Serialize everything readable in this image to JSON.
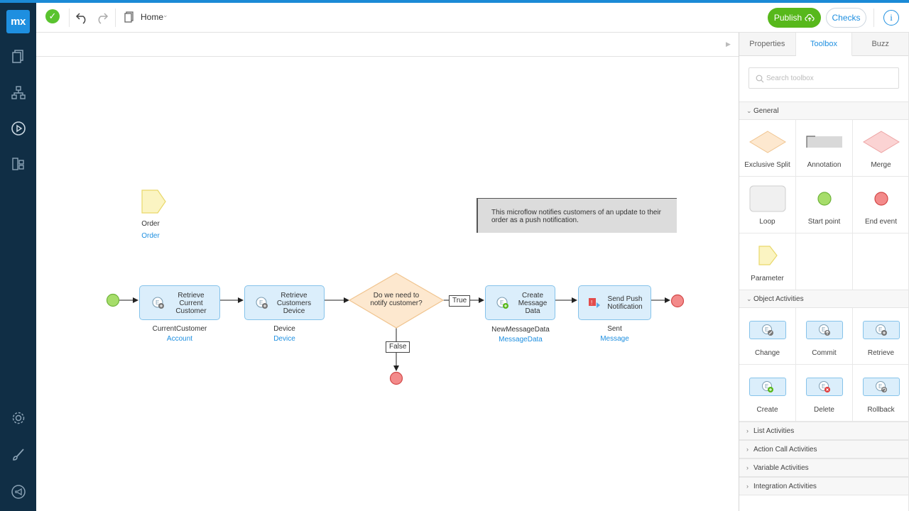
{
  "app": {
    "logo_text": "mx"
  },
  "sidebar": {
    "icons": [
      "pages-icon",
      "domain-model-icon",
      "run-icon",
      "app-explorer-icon",
      "settings-icon",
      "theme-brush-icon",
      "feedback-icon"
    ]
  },
  "toolbar": {
    "document": "Home",
    "publish_label": "Publish",
    "checks_label": "Checks",
    "info_label": "i"
  },
  "microflow": {
    "parameter": {
      "name": "Order",
      "type": "Order"
    },
    "annotation": "This microflow notifies customers of an update to their order as a push notification.",
    "activities": [
      {
        "title": "Retrieve Current Customer",
        "var": "CurrentCustomer",
        "entity": "Account"
      },
      {
        "title": "Retrieve Customers Device",
        "var": "Device",
        "entity": "Device"
      },
      {
        "title": "Create Message Data",
        "var": "NewMessageData",
        "entity": "MessageData"
      },
      {
        "title": "Send Push Notification",
        "var": "Sent",
        "entity": "Message"
      }
    ],
    "decision": {
      "question": "Do we need to notify customer?",
      "true_label": "True",
      "false_label": "False"
    }
  },
  "right_panel": {
    "tabs": [
      "Properties",
      "Toolbox",
      "Buzz"
    ],
    "active_tab": "Toolbox",
    "search_placeholder": "Search toolbox",
    "general": {
      "label": "General",
      "items": [
        "Exclusive Split",
        "Annotation",
        "Merge",
        "Loop",
        "Start point",
        "End event",
        "Parameter"
      ]
    },
    "object_activities": {
      "label": "Object Activities",
      "items": [
        "Change",
        "Commit",
        "Retrieve",
        "Create",
        "Delete",
        "Rollback"
      ]
    },
    "collapsed_sections": [
      "List Activities",
      "Action Call Activities",
      "Variable Activities",
      "Integration Activities"
    ]
  },
  "colors": {
    "accent": "#1e8fe0",
    "sidebar": "#102e45",
    "publish": "#57b81b",
    "start": "#a6dd6a",
    "end": "#f06a6a",
    "activity_fill": "#dbeefb",
    "decision_fill": "#fde8cf"
  }
}
